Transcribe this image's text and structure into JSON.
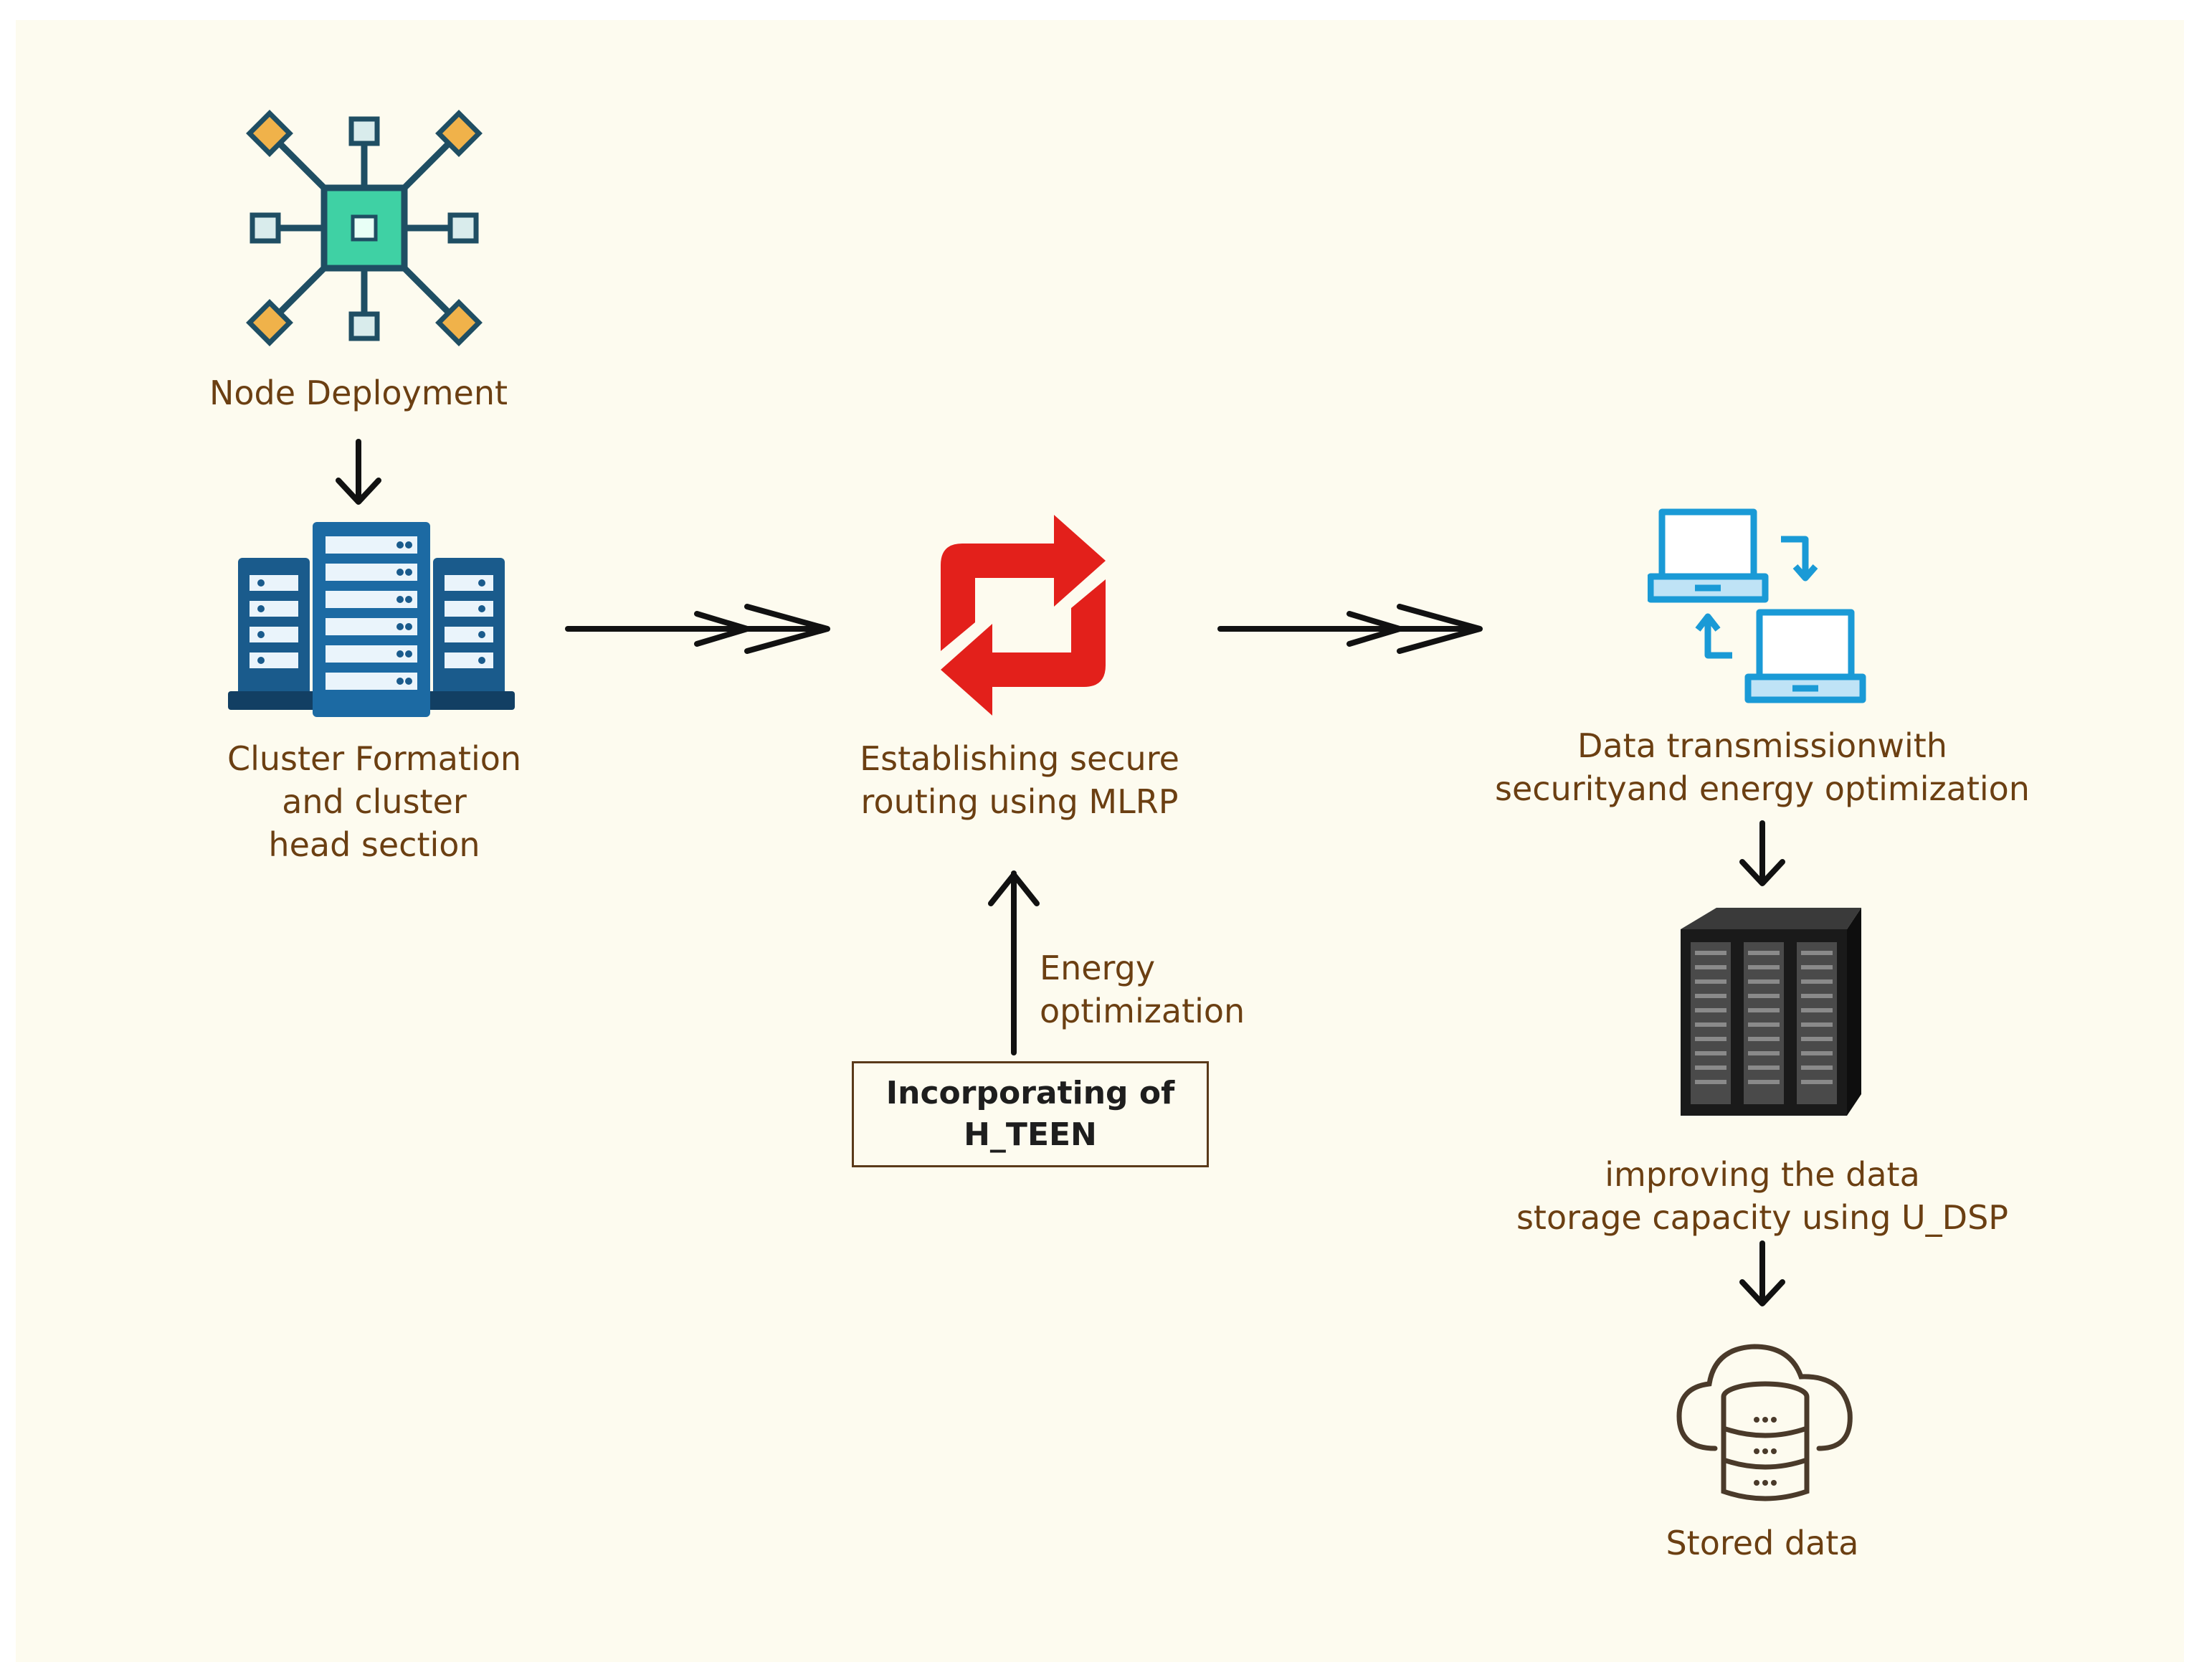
{
  "nodes": {
    "node_deployment": {
      "label": "Node Deployment"
    },
    "cluster_formation": {
      "lines": [
        "Cluster Formation",
        "and cluster",
        "head section"
      ]
    },
    "secure_routing": {
      "lines": [
        "Establishing secure",
        "routing using MLRP"
      ]
    },
    "data_transmission": {
      "lines": [
        "Data transmissionwith",
        "securityand energy optimization"
      ]
    },
    "storage_capacity": {
      "lines": [
        "improving the data",
        "storage capacity using U_DSP"
      ]
    },
    "stored_data": {
      "label": "Stored data"
    },
    "h_teen": {
      "lines": [
        "Incorporating of",
        "H_TEEN"
      ]
    }
  },
  "edges": {
    "energy_optimization": {
      "lines": [
        "Energy",
        "optimization"
      ]
    }
  },
  "colors": {
    "label_text": "#6b3f12",
    "routing_icon": "#e3201b",
    "network_teal": "#1f4e63",
    "network_green": "#3fd1a4",
    "network_orange": "#f0b24a",
    "server_blue": "#1a5b8c",
    "laptop_blue": "#1a9ad6",
    "background": "#fdfbef"
  },
  "icons": [
    "network-hub-icon",
    "server-cluster-icon",
    "refresh-arrows-icon",
    "laptop-exchange-icon",
    "datacenter-rack-icon",
    "cloud-database-icon"
  ]
}
